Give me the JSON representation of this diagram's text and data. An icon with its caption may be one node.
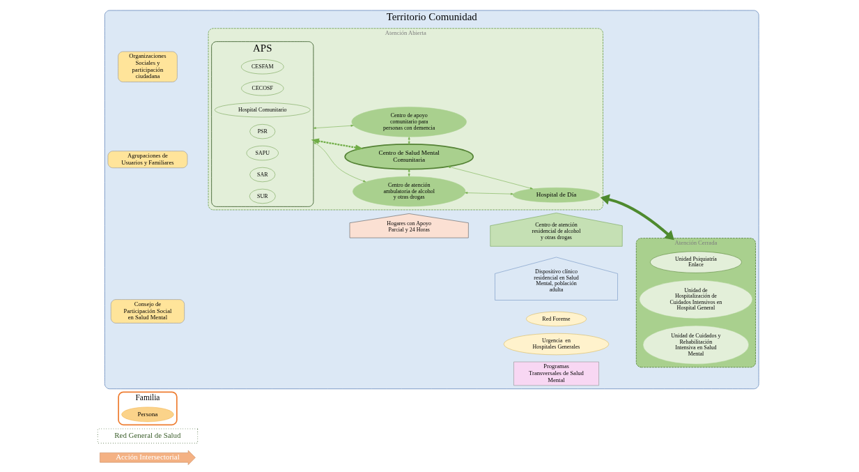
{
  "diagram": {
    "nodes": [
      {
        "text": [
          "Territorio Comunidad"
        ]
      },
      {
        "text": [
          "Organizaciones Sociales y participación ciudadana"
        ],
        "in": 0
      },
      {
        "text": [
          "Agrupaciones de Usuarios y Familiares"
        ],
        "in": 0
      },
      {
        "text": [
          "Consejo de Participación Social en Salud Mental"
        ],
        "in": 0
      },
      {
        "text": [
          "Familia"
        ]
      },
      {
        "text": [
          "Persona"
        ],
        "in": 4
      },
      {
        "text": [
          "Atención Abierta"
        ],
        "in": 0
      },
      {
        "text": [
          "APS"
        ],
        "in": 6
      },
      {
        "text": [
          "CESFAM"
        ],
        "in": 7
      },
      {
        "text": [
          "CECOSF"
        ],
        "in": 7
      },
      {
        "text": [
          "Hospital Comunitario"
        ],
        "in": 7
      },
      {
        "text": [
          "PSR"
        ],
        "in": 7
      },
      {
        "text": [
          "SAPU"
        ],
        "in": 7
      },
      {
        "text": [
          "SAR"
        ],
        "in": 7
      },
      {
        "text": [
          "SUR"
        ],
        "in": 7
      },
      {
        "text": [
          "Centro de atención ambulatoria de alcohol y otras drogas"
        ],
        "in": 6
      },
      {
        "text": [
          "Centro de Salud Mental Comunitaria"
        ],
        "in": 6
      },
      {
        "text": [
          "Hospital de Día"
        ],
        "in": 6
      },
      {
        "text": [
          "Centro de apoyo comunitario para personas con demencia"
        ],
        "in": 6
      },
      {
        "text": [
          "Hogares con Apoyo Parcial y 24 Horas"
        ],
        "in": 0
      },
      {
        "text": [
          "Centro de atención residencial de alcohol y otras drogas"
        ],
        "in": 0
      },
      {
        "text": [
          "Dispositivo clínico residencial en Salud Mental, población adulta"
        ],
        "in": 0
      },
      {
        "text": [
          "Red Forense"
        ],
        "in": 0
      },
      {
        "text": [
          "Atención Cerrada"
        ],
        "in": 0
      },
      {
        "text": [
          "Unidad de Hospitalización de Cuidados Intensivos en Hospital General"
        ],
        "in": 23
      },
      {
        "text": [
          "Unidad Psiquiatría Enlace"
        ],
        "in": 23
      },
      {
        "text": [
          "Unidad de Cuidados y Rehabilitación Intensiva en Salud Mental"
        ],
        "in": 23
      },
      {
        "text": [
          "Urgencia  en Hospitales Generales"
        ],
        "in": 0
      },
      {
        "text": [
          "Programas Transversales de Salud Mental"
        ],
        "in": 0
      },
      {
        "text": [
          "Red General de Salud"
        ]
      },
      {
        "text": [
          "Acción Intersectorial"
        ]
      }
    ],
    "edges": [
      {
        "from": 7,
        "to": 15,
        "arrow": "both"
      },
      {
        "from": 7,
        "to": 16,
        "arrow": "both",
        "style": "dashed"
      },
      {
        "from": 7,
        "to": 18,
        "arrow": "both"
      },
      {
        "from": 15,
        "to": 16,
        "arrow": "both"
      },
      {
        "from": 15,
        "to": 17,
        "arrow": "both"
      },
      {
        "from": 16,
        "to": 17,
        "arrow": "both"
      },
      {
        "from": 16,
        "to": 18,
        "arrow": "both"
      },
      {
        "from": 6,
        "to": 23,
        "arrow": "both",
        "style": "thick"
      }
    ]
  }
}
